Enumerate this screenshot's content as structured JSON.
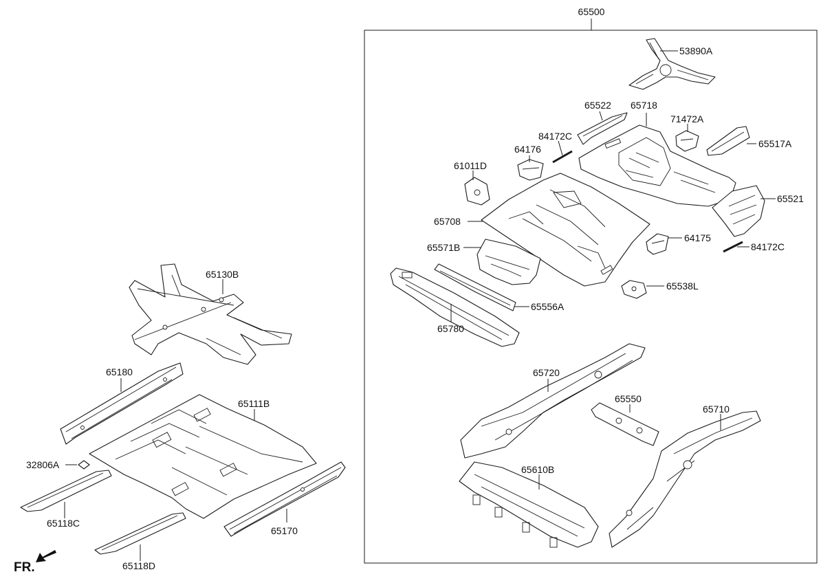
{
  "group_label": "65500",
  "fr_label": "FR.",
  "parts": [
    {
      "key": "p53890A",
      "label": "53890A"
    },
    {
      "key": "p65522",
      "label": "65522"
    },
    {
      "key": "p65718",
      "label": "65718"
    },
    {
      "key": "p71472A",
      "label": "71472A"
    },
    {
      "key": "p84172C_a",
      "label": "84172C"
    },
    {
      "key": "p64176",
      "label": "64176"
    },
    {
      "key": "p65517A",
      "label": "65517A"
    },
    {
      "key": "p61011D",
      "label": "61011D"
    },
    {
      "key": "p65521",
      "label": "65521"
    },
    {
      "key": "p65708",
      "label": "65708"
    },
    {
      "key": "p64175",
      "label": "64175"
    },
    {
      "key": "p84172C_b",
      "label": "84172C"
    },
    {
      "key": "p65571B",
      "label": "65571B"
    },
    {
      "key": "p65538L",
      "label": "65538L"
    },
    {
      "key": "p65556A",
      "label": "65556A"
    },
    {
      "key": "p65780",
      "label": "65780"
    },
    {
      "key": "p65720",
      "label": "65720"
    },
    {
      "key": "p65550",
      "label": "65550"
    },
    {
      "key": "p65710",
      "label": "65710"
    },
    {
      "key": "p65610B",
      "label": "65610B"
    },
    {
      "key": "p65130B",
      "label": "65130B"
    },
    {
      "key": "p65180",
      "label": "65180"
    },
    {
      "key": "p65111B",
      "label": "65111B"
    },
    {
      "key": "p32806A",
      "label": "32806A"
    },
    {
      "key": "p65118C",
      "label": "65118C"
    },
    {
      "key": "p65170",
      "label": "65170"
    },
    {
      "key": "p65118D",
      "label": "65118D"
    }
  ]
}
